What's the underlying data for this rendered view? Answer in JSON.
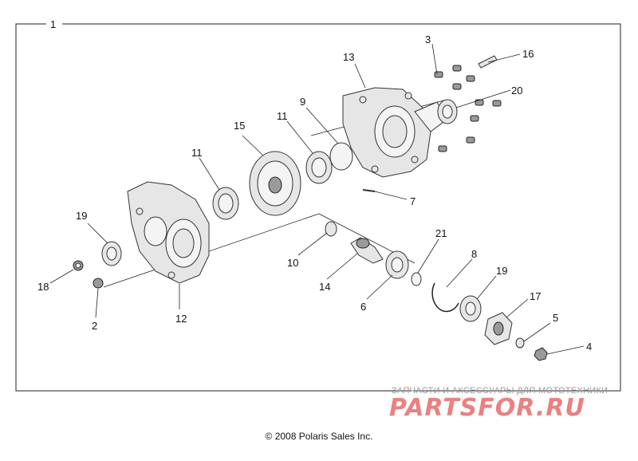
{
  "frame": {
    "label": "1"
  },
  "callouts": [
    {
      "id": "2",
      "text": "2"
    },
    {
      "id": "3",
      "text": "3"
    },
    {
      "id": "4",
      "text": "4"
    },
    {
      "id": "5",
      "text": "5"
    },
    {
      "id": "6",
      "text": "6"
    },
    {
      "id": "7",
      "text": "7"
    },
    {
      "id": "8",
      "text": "8"
    },
    {
      "id": "9",
      "text": "9"
    },
    {
      "id": "10",
      "text": "10"
    },
    {
      "id": "11a",
      "text": "11"
    },
    {
      "id": "11b",
      "text": "11"
    },
    {
      "id": "12",
      "text": "12"
    },
    {
      "id": "13",
      "text": "13"
    },
    {
      "id": "14",
      "text": "14"
    },
    {
      "id": "15",
      "text": "15"
    },
    {
      "id": "16",
      "text": "16"
    },
    {
      "id": "17",
      "text": "17"
    },
    {
      "id": "18",
      "text": "18"
    },
    {
      "id": "19a",
      "text": "19"
    },
    {
      "id": "19b",
      "text": "19"
    },
    {
      "id": "20",
      "text": "20"
    },
    {
      "id": "21",
      "text": "21"
    }
  ],
  "watermark": {
    "tagline": "ЗАПЧАСТИ И АКСЕССУАРЫ ДЛЯ МОТОТЕХНИКИ",
    "logo": "PARTSFOR.RU"
  },
  "copyright": "© 2008 Polaris Sales Inc."
}
